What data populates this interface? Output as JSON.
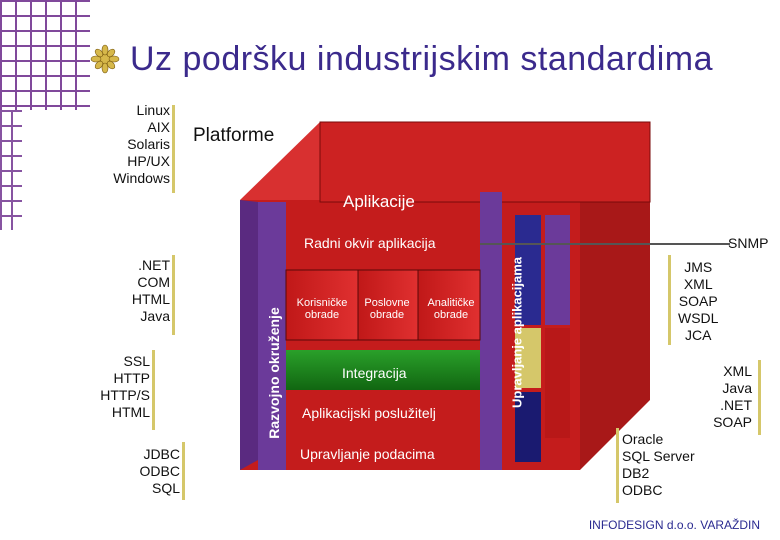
{
  "title": "Uz podršku industrijskim standardima",
  "left_groups": {
    "os": "Linux\nAIX\nSolaris\nHP/UX\nWindows",
    "web": ".NET\nCOM\nHTML\nJava",
    "protocols": "SSL\nHTTP\nHTTP/S\nHTML",
    "db_access": "JDBC\nODBC\nSQL"
  },
  "cube": {
    "platforme": "Platforme",
    "aplikacije": "Aplikacije",
    "razvojno": "Razvojno okruženje",
    "upravljanje_aplikacijama": "Upravljanje aplikacijama",
    "radni_okvir": "Radni okvir aplikacija",
    "korisnicke": "Korisničke\nobrade",
    "poslovne": "Poslovne\nobrade",
    "analiticke": "Analitičke\nobrade",
    "integracija": "Integracija",
    "posluzitelj": "Aplikacijski poslužitelj",
    "podaci": "Upravljanje podacima"
  },
  "right_groups": {
    "snmp": "SNMP",
    "messaging": "JMS\nXML\nSOAP\nWSDL\nJCA",
    "services": "XML\nJava\n.NET\nSOAP",
    "databases": "Oracle\nSQL Server\nDB2\nODBC"
  },
  "footer": "INFODESIGN d.o.o. VARAŽDIN"
}
